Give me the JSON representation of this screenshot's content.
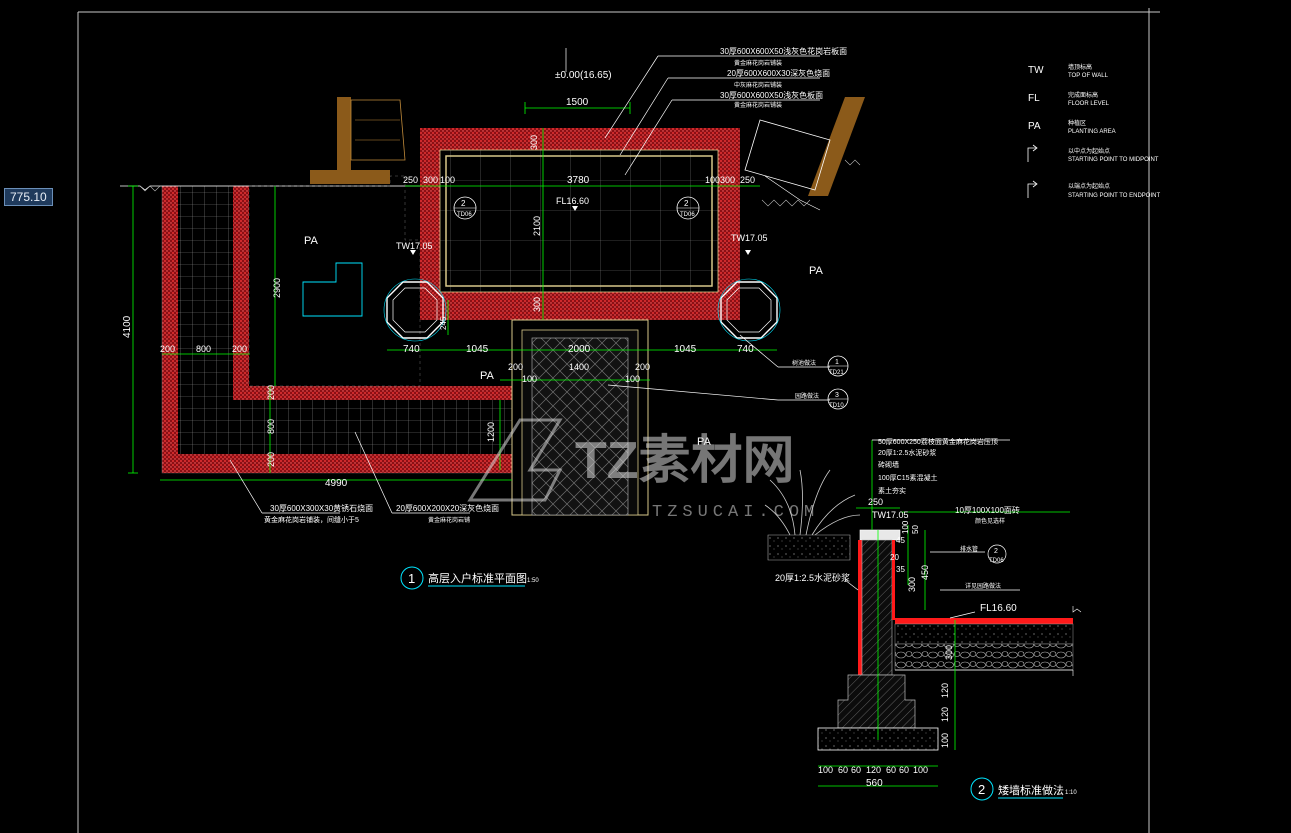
{
  "viewport": {
    "coordinate_readout": "775.10"
  },
  "legend": {
    "items": [
      {
        "code": "TW",
        "cn": "墙顶标高",
        "en": "TOP OF WALL"
      },
      {
        "code": "FL",
        "cn": "完成面标高",
        "en": "FLOOR LEVEL"
      },
      {
        "code": "PA",
        "cn": "种植区",
        "en": "PLANTING AREA"
      },
      {
        "code": "",
        "cn": "以中点为起始点",
        "en": "STARTING POINT TO MIDPOINT"
      },
      {
        "code": "",
        "cn": "以端点为起始点",
        "en": "STARTING POINT TO ENDPOINT"
      }
    ]
  },
  "plan": {
    "level_mark": "±0.00(16.65)",
    "labels": {
      "pa": "PA",
      "fl_center": "FL16.60",
      "tw_left": "TW17.05",
      "tw_right": "TW17.05"
    },
    "section_markers": [
      {
        "num": "2",
        "ref": "TD06"
      },
      {
        "num": "2",
        "ref": "TD06"
      }
    ],
    "callouts_top": [
      "30厚600X600X50浅灰色花岗岩板面",
      "黄金麻花岗岩铺装",
      "20厚600X600X30深灰色烧面",
      "中灰麻花岗岩铺装",
      "30厚600X600X50浅灰色板面",
      "黄金麻花岗岩铺装"
    ],
    "callouts_bottom_left": [
      "30厚600X300X30黄锈石烧面",
      "黄金麻花岗岩铺装，间缝小于5"
    ],
    "callouts_bottom_mid": [
      "20厚600X200X20深灰色烧面",
      "黄金麻花岗岩铺"
    ],
    "callouts_right": [
      {
        "text": "树池做法",
        "num": "1",
        "ref": "TD21"
      },
      {
        "text": "园路做法",
        "num": "3",
        "ref": "TD10"
      }
    ],
    "dims": {
      "d1500": "1500",
      "d300a": "300",
      "d250a": "250",
      "d300b": "300",
      "d100a": "100",
      "d3780": "3780",
      "d100b": "100",
      "d300c": "300",
      "d250b": "250",
      "d2100": "2100",
      "d300d": "300",
      "d2900": "2900",
      "d4100": "4100",
      "d200a": "200",
      "d800a": "800",
      "d200b": "200",
      "d200c": "200",
      "d800b": "800",
      "d200d": "200",
      "d4990": "4990",
      "d740a": "740",
      "d1045a": "1045",
      "d2000": "2000",
      "d1045b": "1045",
      "d740b": "740",
      "d200e": "200",
      "d100c": "100",
      "d1400": "1400",
      "d100d": "100",
      "d200f": "200",
      "d1200": "1200",
      "d245": "245"
    },
    "title": {
      "num": "1",
      "text": "高层入户标准平面图",
      "scale": "1:50"
    }
  },
  "section": {
    "layers": [
      "50厚600X250荔枝面黄金麻花岗岩压顶",
      "20厚1:2.5水泥砂浆",
      "砖砌墙",
      "100厚C15素混凝土",
      "素土夯实"
    ],
    "labels": {
      "tw": "TW17.05",
      "fl": "FL16.60",
      "mortar": "20厚1:2.5水泥砂浆",
      "tile": "10厚100X100面砖",
      "tile_sub": "颜色见选样",
      "drain": "排水管",
      "drain_ref": "TD06",
      "paving": "详见园路做法"
    },
    "dims": {
      "d250": "250",
      "d100": "100",
      "d50": "50",
      "d45": "45",
      "d20": "20",
      "d35": "35",
      "d300": "300",
      "d450": "450",
      "d300b": "300",
      "d120a": "120",
      "d120b": "120",
      "d100b": "100",
      "b100a": "100",
      "b60a": "60",
      "b60b": "60",
      "b120": "120",
      "b60c": "60",
      "b60d": "60",
      "b100b": "100",
      "d560": "560"
    },
    "title": {
      "num": "2",
      "text": "矮墙标准做法",
      "scale": "1:10"
    }
  },
  "watermark": {
    "logo": "TZ素材网",
    "url": "TZSUCAI.COM"
  },
  "colors": {
    "background": "#000000",
    "dimension": "#00ff00",
    "line": "#ffffff",
    "paving_red": "#b0151b",
    "frame": "#c8c8c8",
    "wall": "#8b5a1a",
    "inner_border": "#d8c88a",
    "cyan": "#00e5ff",
    "dark_fill": "#1b1b1b"
  }
}
